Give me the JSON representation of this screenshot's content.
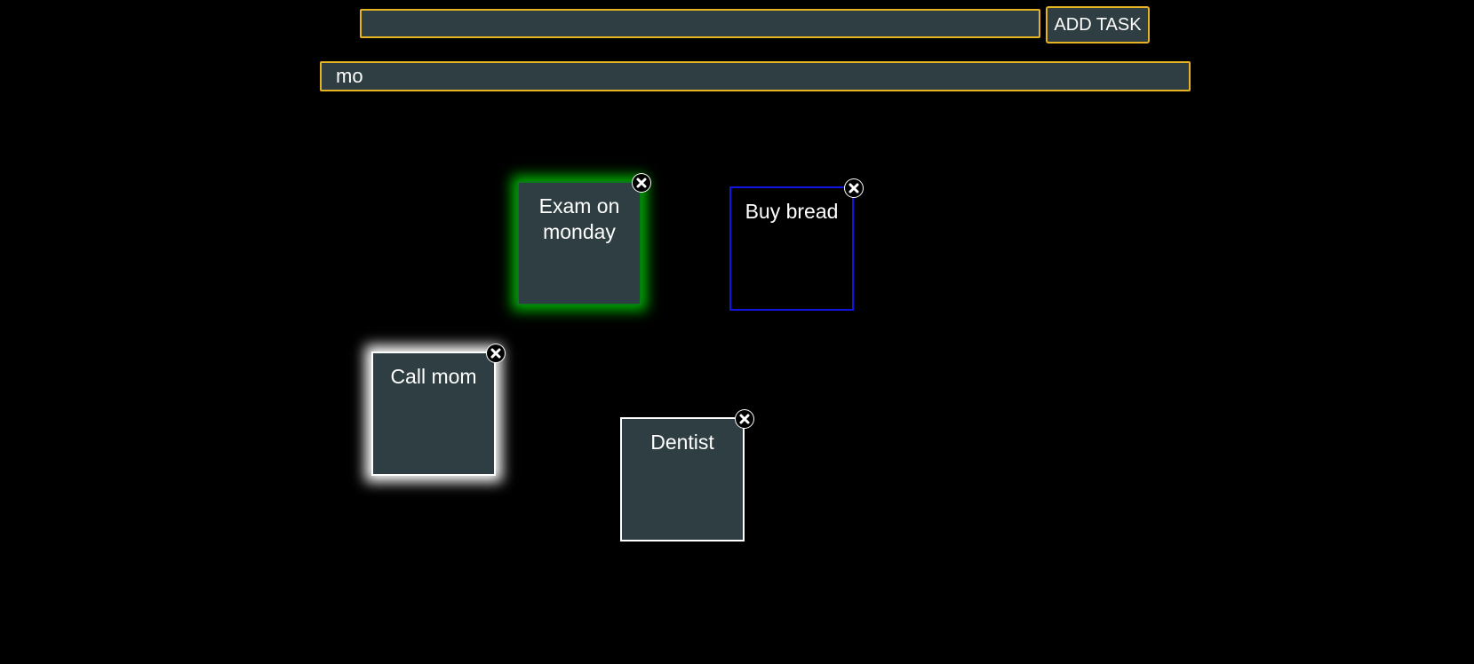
{
  "toolbar": {
    "task_input_value": "",
    "task_input_placeholder": "",
    "add_label": "ADD TASK"
  },
  "filter": {
    "value": "mo"
  },
  "notes": [
    {
      "text": "Exam on monday",
      "style": "green"
    },
    {
      "text": "Buy bread",
      "style": "blue"
    },
    {
      "text": "Call mom",
      "style": "white-glow"
    },
    {
      "text": "Dentist",
      "style": "plain"
    }
  ],
  "icons": {
    "close": "close-icon"
  },
  "colors": {
    "background": "#000000",
    "field": "#2f3e42",
    "accent_border": "#e6b422",
    "green_glow": "#00b000",
    "blue_border": "#1414e0",
    "text": "#ffffff"
  }
}
